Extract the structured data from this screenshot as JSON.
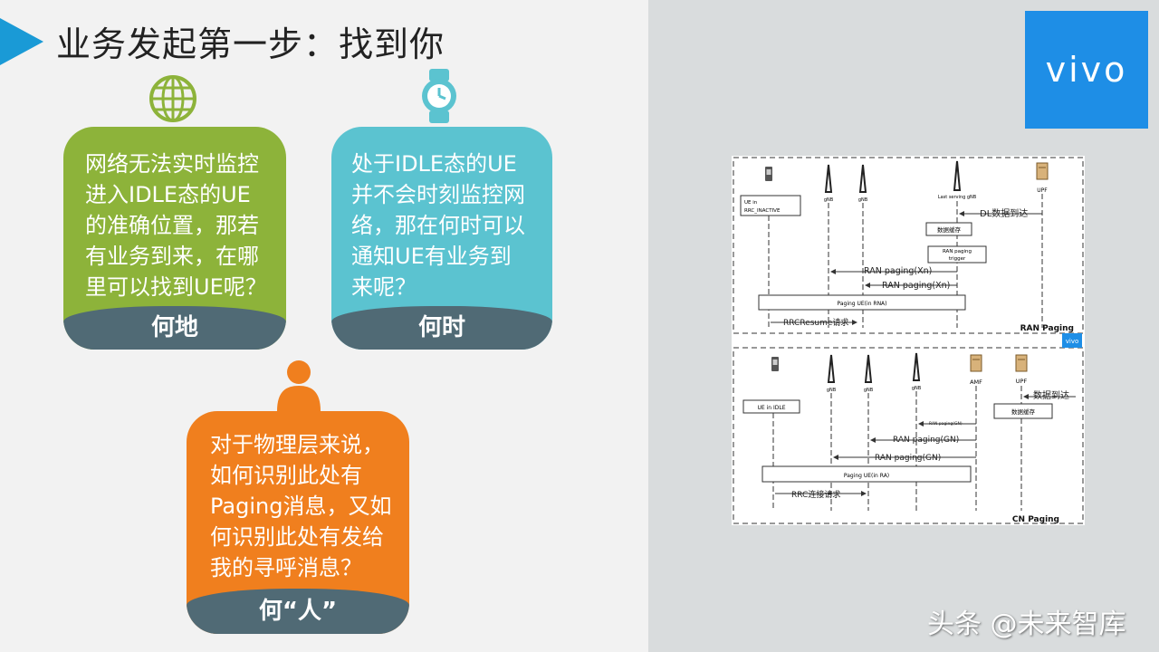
{
  "slide": {
    "title": "业务发起第一步：找到你",
    "logo_text": "vivo",
    "watermark": "头条 @未来智库"
  },
  "cards": [
    {
      "lines": [
        "网络无法实时监控",
        "进入IDLE态的UE",
        "的准确位置，那若",
        "有业务到来，在哪",
        "里可以找到UE呢？"
      ],
      "label": "何地",
      "color": "#8db33a",
      "icon": "globe-icon"
    },
    {
      "lines": [
        "处于IDLE态的UE",
        "并不会时刻监控网",
        "络，那在何时可以",
        "通知UE有业务到",
        "来呢？"
      ],
      "label": "何时",
      "color": "#5bc3d0",
      "icon": "wristwatch-icon"
    },
    {
      "lines": [
        "对于物理层来说，",
        "如何识别此处有",
        "Paging消息，又如",
        "何识别此处有发给",
        "我的寻呼消息？"
      ],
      "label": "何“人”",
      "color": "#f07f1e",
      "icon": "person-icon"
    }
  ],
  "diagram": {
    "ran": {
      "label": "RAN Paging",
      "nodes": [
        "gNB",
        "gNB",
        "Last serving gNB",
        "UPF"
      ],
      "ue_state": [
        "UE in",
        "RRC_INACTIVE"
      ],
      "dl_arrival": "DL数据到达",
      "buffer": "数据缓存",
      "trigger": [
        "RAN paging",
        "trigger"
      ],
      "msg1": "RAN paging(Xn)",
      "msg2": "RAN paging(Xn)",
      "paging_ue": "Paging UE(in RNA)",
      "resume": "RRCResume请求"
    },
    "cn": {
      "label": "CN Paging",
      "nodes": [
        "gNB",
        "gNB",
        "gNB",
        "AMF",
        "UPF"
      ],
      "ue_state": "UE in IDLE",
      "dl_arrival": "数据到达",
      "buffer": "数据缓存",
      "msg0": "RAN paging(GN)",
      "msg1": "RAN paging(GN)",
      "msg2": "RAN paging(GN)",
      "paging_ue": "Paging UE(in RA)",
      "rrc": "RRC连接请求"
    },
    "mini_logo": "vivo"
  }
}
